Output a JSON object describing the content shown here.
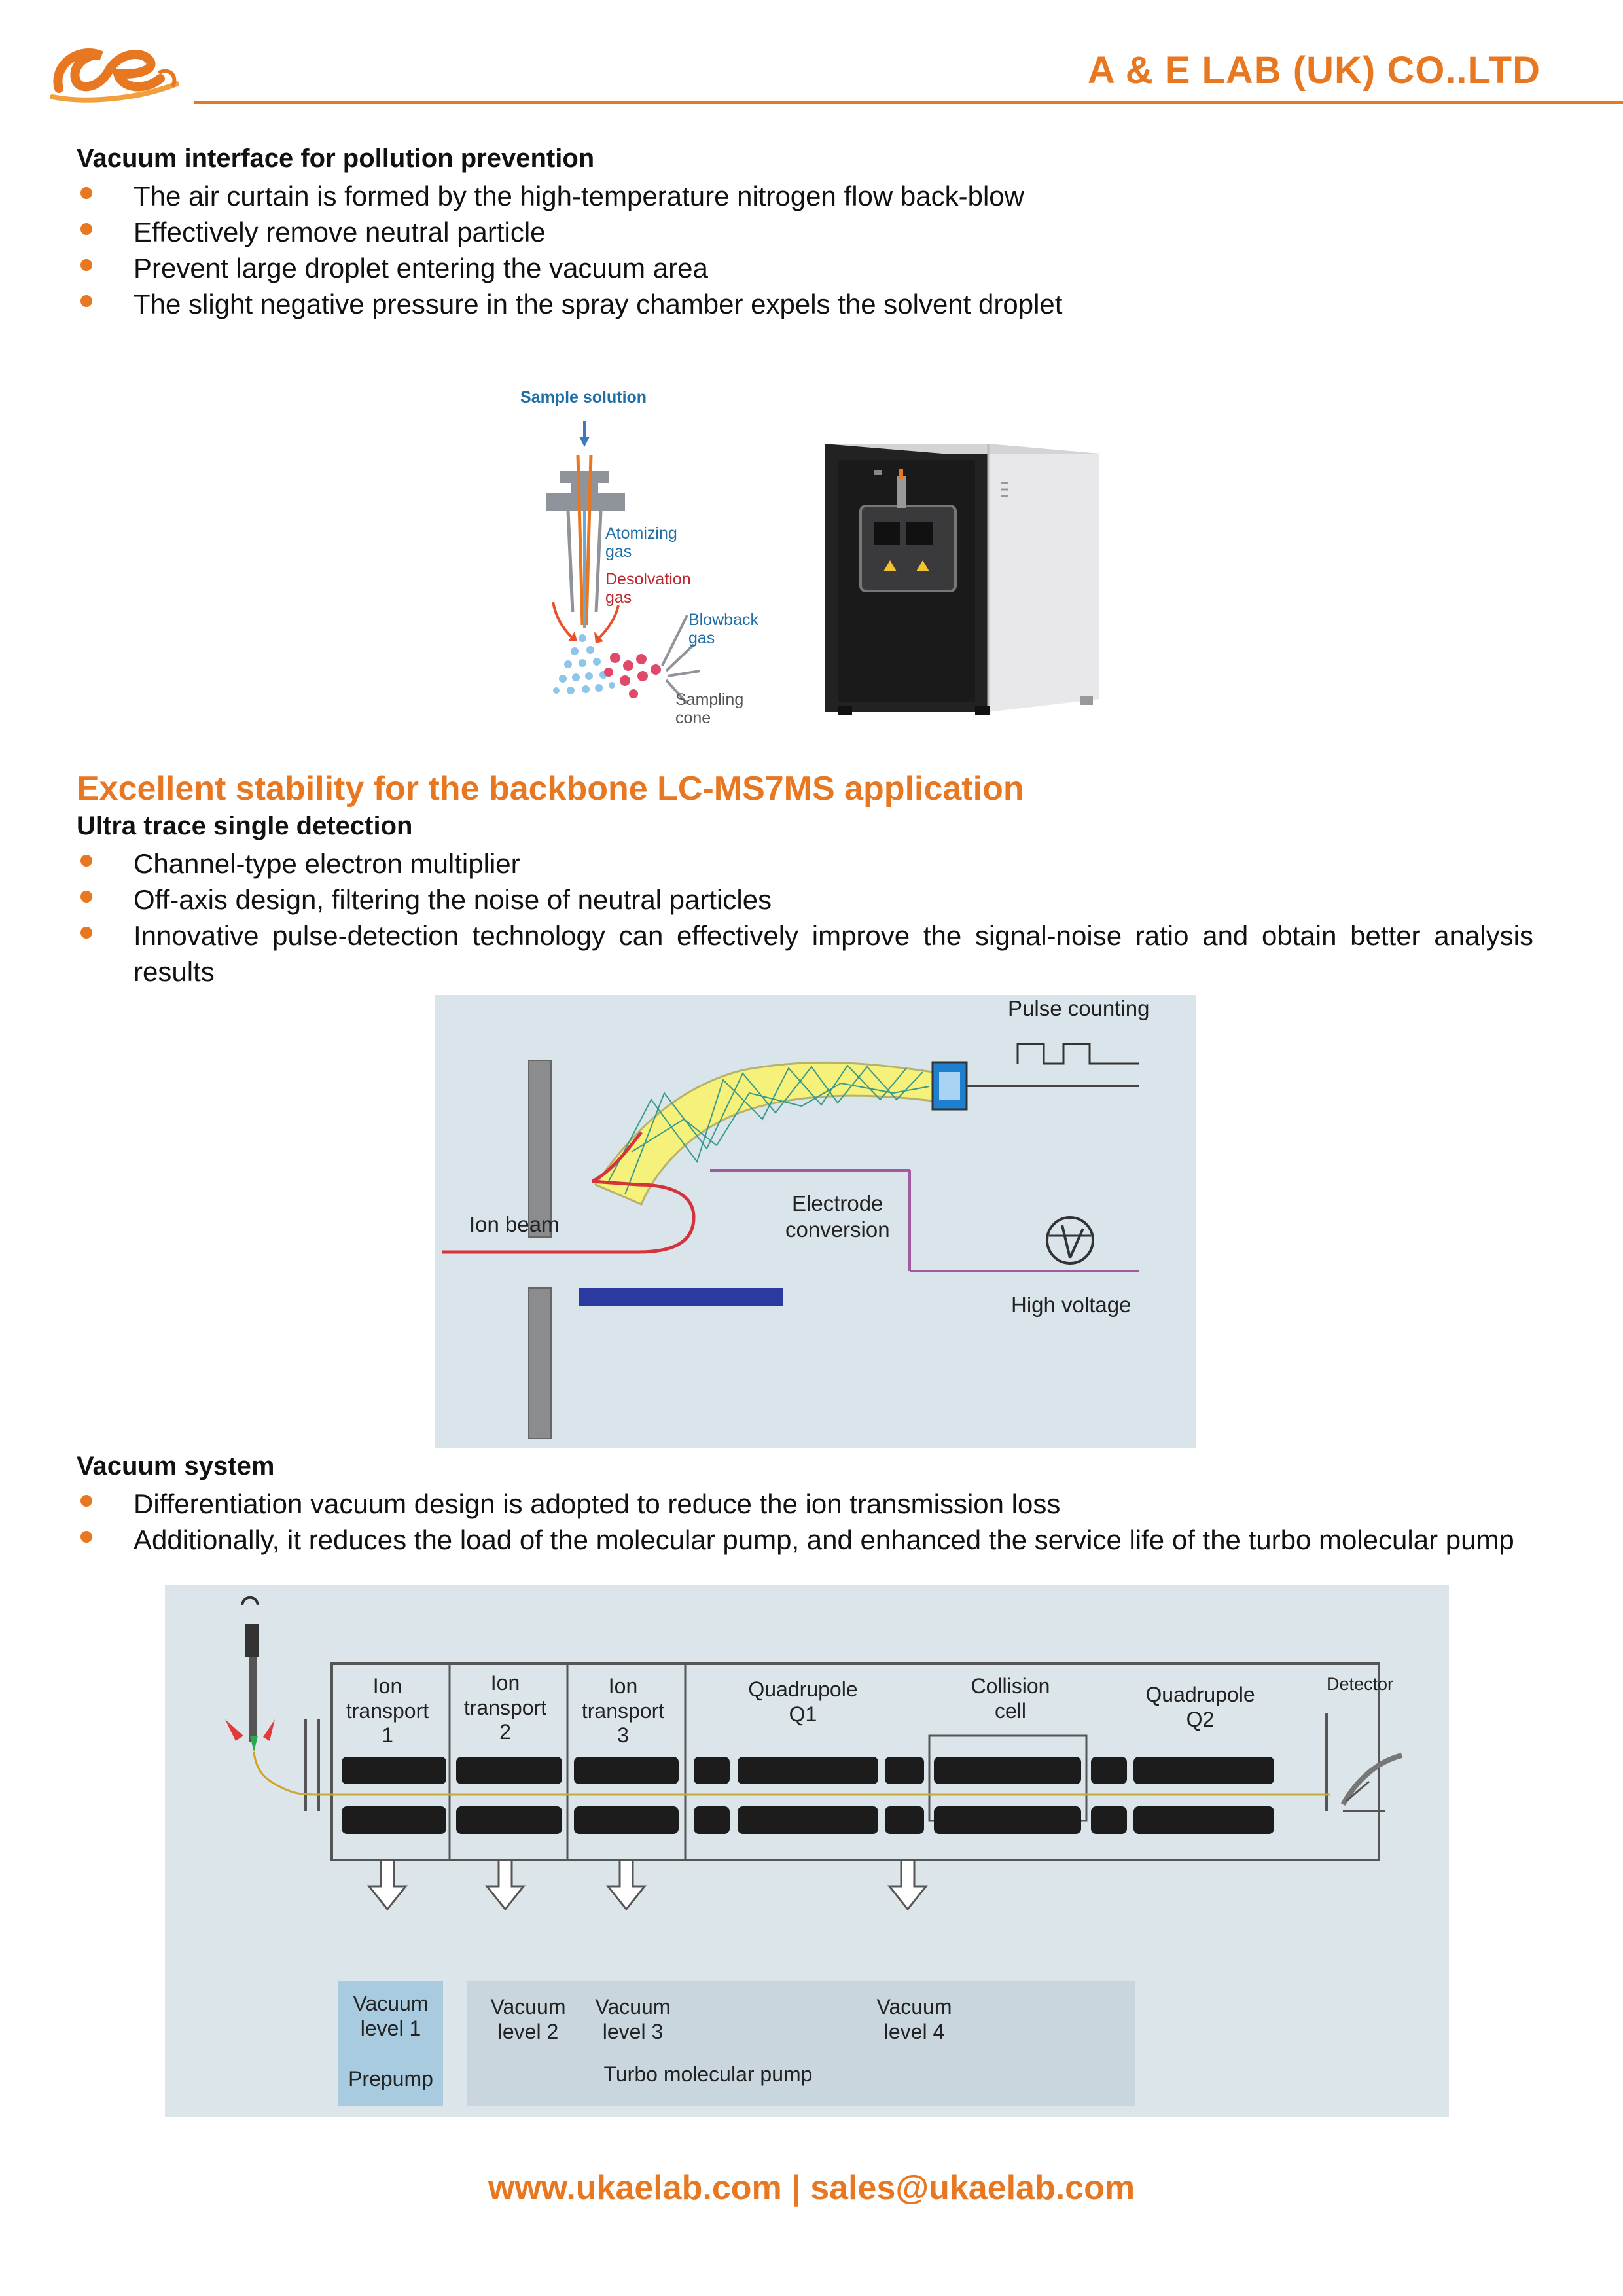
{
  "header": {
    "company": "A & E LAB (UK) CO..LTD"
  },
  "sections": [
    {
      "heading": "Vacuum interface for pollution prevention",
      "bullets": [
        "The air curtain is formed by the high-temperature nitrogen flow back-blow",
        "Effectively remove neutral particle",
        "Prevent large droplet entering the vacuum area",
        "The slight negative pressure in the spray chamber expels the solvent droplet"
      ]
    },
    {
      "title": "Excellent stability for the backbone LC-MS7MS application",
      "heading": "Ultra trace single detection",
      "bullets": [
        "Channel-type electron multiplier",
        "Off-axis design, filtering the noise of neutral particles",
        "Innovative pulse-detection technology can effectively improve the signal-noise ratio and obtain better analysis results"
      ]
    },
    {
      "heading": "Vacuum system",
      "bullets": [
        "Differentiation vacuum design is adopted to reduce the ion transmission loss",
        "Additionally, it reduces the load of the molecular pump, and enhanced the service life of the turbo molecular pump"
      ]
    }
  ],
  "figure_spray": {
    "sample_solution": "Sample solution",
    "atomizing": "Atomizing",
    "gas1": "gas",
    "desolvation": "Desolvation",
    "gas2": "gas",
    "blowback": "Blowback",
    "gas3": "gas",
    "sampling": "Sampling",
    "cone": "cone",
    "colors": {
      "blue_label": "#1f6fa6",
      "red_label": "#c0272d"
    }
  },
  "figure_detector": {
    "pulse_counting": "Pulse counting",
    "ion_beam": "Ion beam",
    "electrode": "Electrode",
    "conversion": "conversion",
    "high_voltage": "High voltage"
  },
  "figure_vacuum": {
    "stage1_a": "Ion",
    "stage1_b": "transport",
    "stage1_c": "1",
    "stage2_a": "Ion",
    "stage2_b": "transport",
    "stage2_c": "2",
    "stage3_a": "Ion",
    "stage3_b": "transport",
    "stage3_c": "3",
    "q1_a": "Quadrupole",
    "q1_b": "Q1",
    "cc_a": "Collision",
    "cc_b": "cell",
    "q2_a": "Quadrupole",
    "q2_b": "Q2",
    "detector": "Detector",
    "v1_a": "Vacuum",
    "v1_b": "level 1",
    "prepump": "Prepump",
    "v2_a": "Vacuum",
    "v2_b": "level 2",
    "v3_a": "Vacuum",
    "v3_b": "level 3",
    "v4_a": "Vacuum",
    "v4_b": "level 4",
    "turbo": "Turbo molecular pump"
  },
  "footer": {
    "contact": "www.ukaelab.com | sales@ukaelab.com"
  }
}
